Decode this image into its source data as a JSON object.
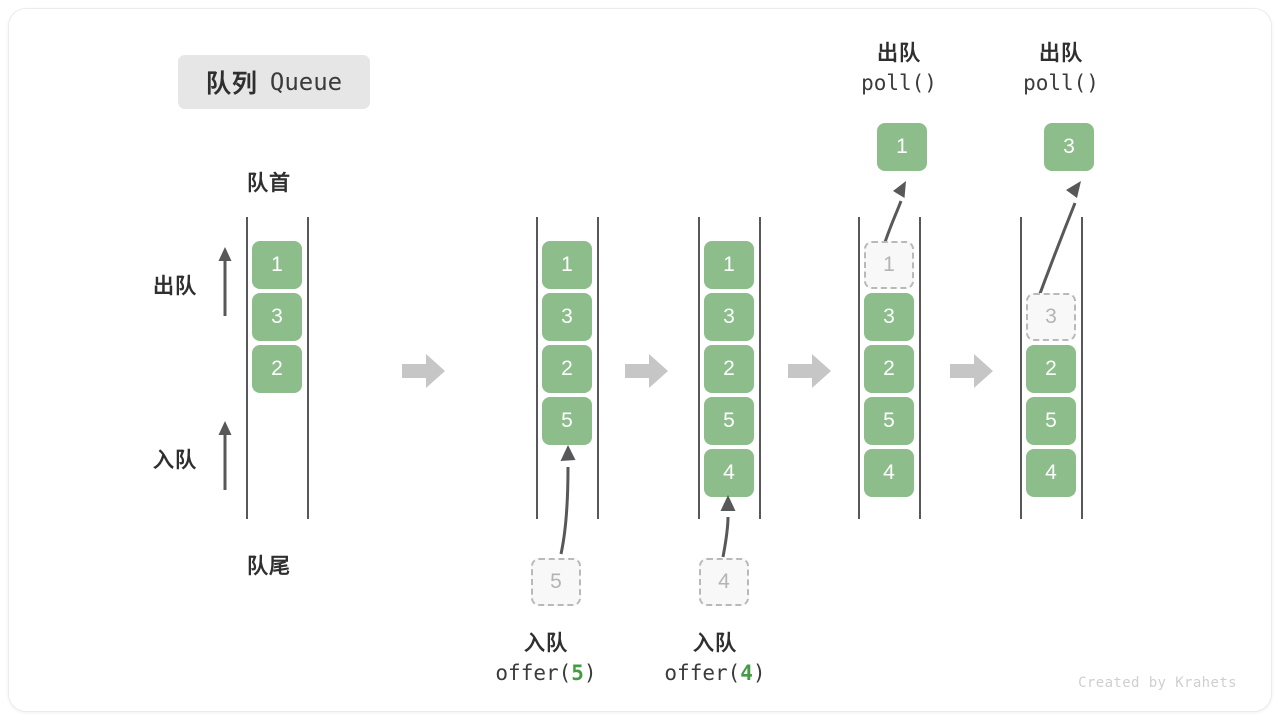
{
  "card": {
    "title_zh": "队列",
    "title_en": "Queue",
    "credit": "Created by Krahets"
  },
  "accent": {
    "green": "#8cbd8b",
    "green_text": "#469b46",
    "ghost_border": "#b9b9b9",
    "ghost_text": "#b4b4b4",
    "rail": "#58585b",
    "step_arrow": "#c6c6c6",
    "badge_bg": "#e6e6e6",
    "text": "#2f2f2f"
  },
  "legend": {
    "front_label": "队首",
    "rear_label": "队尾",
    "dequeue_label": "出队",
    "enqueue_label": "入队"
  },
  "steps": [
    {
      "id": "state-initial",
      "cells": [
        {
          "value": "1",
          "state": "filled"
        },
        {
          "value": "3",
          "state": "filled"
        },
        {
          "value": "2",
          "state": "filled"
        }
      ],
      "incoming": null,
      "outgoing": null,
      "caption_zh": null,
      "caption_code": null,
      "caption_arg": null
    },
    {
      "id": "state-after-offer-5",
      "cells": [
        {
          "value": "1",
          "state": "filled"
        },
        {
          "value": "3",
          "state": "filled"
        },
        {
          "value": "2",
          "state": "filled"
        },
        {
          "value": "5",
          "state": "filled"
        }
      ],
      "incoming": {
        "value": "5"
      },
      "outgoing": null,
      "caption_zh": "入队",
      "caption_code_pre": "offer(",
      "caption_arg": "5",
      "caption_code_post": ")"
    },
    {
      "id": "state-after-offer-4",
      "cells": [
        {
          "value": "1",
          "state": "filled"
        },
        {
          "value": "3",
          "state": "filled"
        },
        {
          "value": "2",
          "state": "filled"
        },
        {
          "value": "5",
          "state": "filled"
        },
        {
          "value": "4",
          "state": "filled"
        }
      ],
      "incoming": {
        "value": "4"
      },
      "outgoing": null,
      "caption_zh": "入队",
      "caption_code_pre": "offer(",
      "caption_arg": "4",
      "caption_code_post": ")"
    },
    {
      "id": "state-after-poll-1",
      "cells": [
        {
          "value": "1",
          "state": "ghost"
        },
        {
          "value": "3",
          "state": "filled"
        },
        {
          "value": "2",
          "state": "filled"
        },
        {
          "value": "5",
          "state": "filled"
        },
        {
          "value": "4",
          "state": "filled"
        }
      ],
      "incoming": null,
      "outgoing": {
        "value": "1"
      },
      "caption_zh": "出队",
      "caption_code_pre": "poll(",
      "caption_arg": "",
      "caption_code_post": ")"
    },
    {
      "id": "state-after-poll-3",
      "cells": [
        {
          "value": "",
          "state": "empty"
        },
        {
          "value": "3",
          "state": "ghost"
        },
        {
          "value": "2",
          "state": "filled"
        },
        {
          "value": "5",
          "state": "filled"
        },
        {
          "value": "4",
          "state": "filled"
        }
      ],
      "incoming": null,
      "outgoing": {
        "value": "3"
      },
      "caption_zh": "出队",
      "caption_code_pre": "poll(",
      "caption_arg": "",
      "caption_code_post": ")"
    }
  ],
  "step_arrows": [
    {
      "id": "transition-1"
    },
    {
      "id": "transition-2"
    },
    {
      "id": "transition-3"
    },
    {
      "id": "transition-4"
    }
  ]
}
